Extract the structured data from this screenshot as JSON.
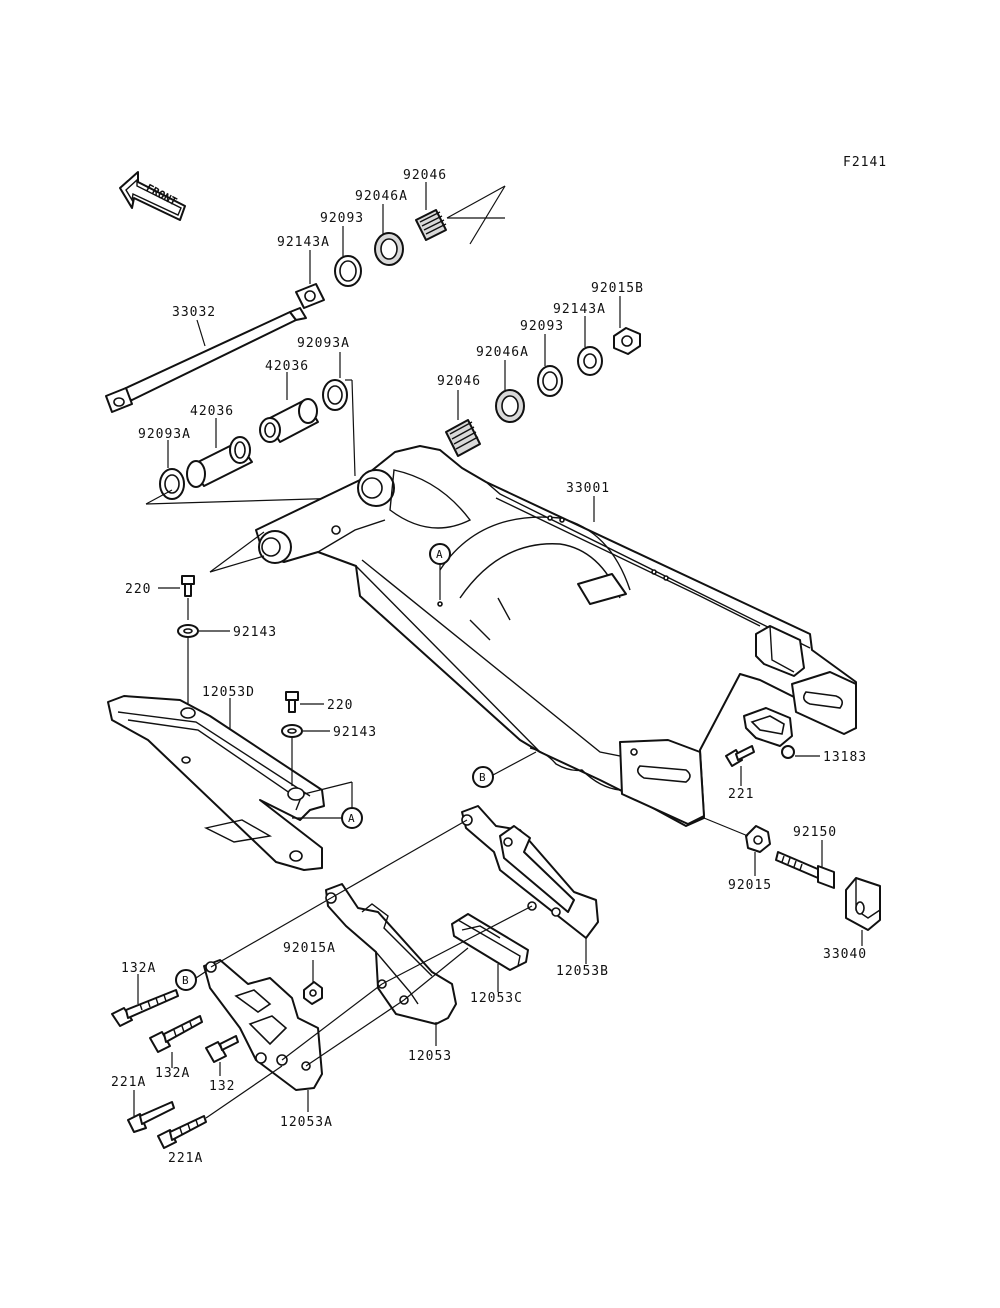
{
  "figure_code": "F2141",
  "front_arrow_text": "FRONT",
  "reference_marks": {
    "a": "A",
    "b": "B"
  },
  "part_labels": {
    "p33032": "33032",
    "p92046_top": "92046",
    "p92046A_top": "92046A",
    "p92093_top": "92093",
    "p92143A_top": "92143A",
    "p92093A_top": "92093A",
    "p42036_upper": "42036",
    "p42036_lower": "42036",
    "p92093A_lower": "92093A",
    "p92015B": "92015B",
    "p92143A_right": "92143A",
    "p92093_right": "92093",
    "p92046A_right": "92046A",
    "p92046_right": "92046",
    "p33001": "33001",
    "p220_left": "220",
    "p92143_left": "92143",
    "p12053D": "12053D",
    "p220_mid": "220",
    "p92143_mid": "92143",
    "p13183": "13183",
    "p221": "221",
    "p92150": "92150",
    "p92015": "92015",
    "p33040": "33040",
    "p12053B": "12053B",
    "p12053C": "12053C",
    "p92015A": "92015A",
    "p132A_top": "132A",
    "p132A_mid": "132A",
    "p132": "132",
    "p12053": "12053",
    "p221A_left": "221A",
    "p221A_bottom": "221A",
    "p12053A": "12053A"
  },
  "colors": {
    "line": "#111111",
    "background": "#ffffff",
    "shade": "#d9d9d9"
  }
}
